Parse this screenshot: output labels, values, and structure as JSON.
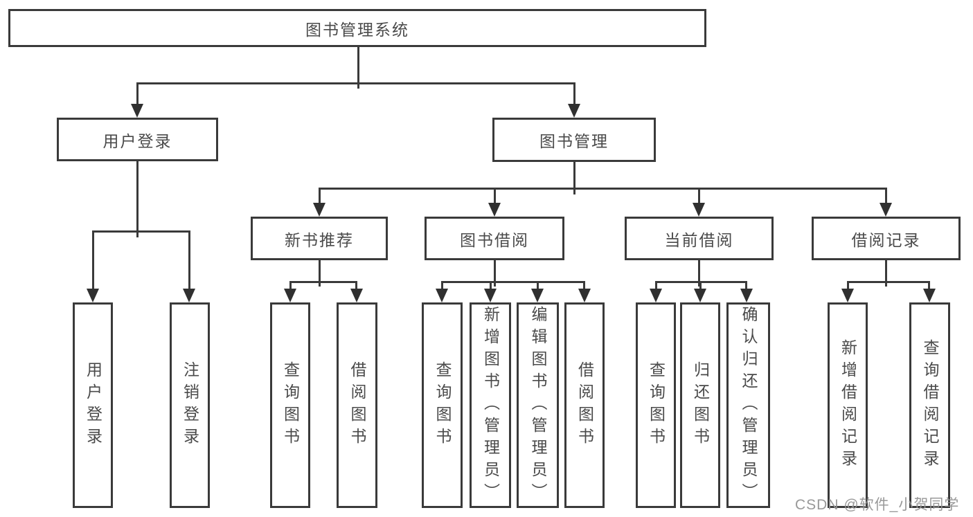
{
  "diagram": {
    "title": "图书管理系统",
    "root": {
      "label": "图书管理系统"
    },
    "branches": [
      {
        "label": "用户登录",
        "children": [
          "用户登录",
          "注销登录"
        ]
      },
      {
        "label": "图书管理",
        "children": [
          {
            "label": "新书推荐",
            "children": [
              "查询图书",
              "借阅图书"
            ]
          },
          {
            "label": "图书借阅",
            "children": [
              "查询图书",
              "新增图书（管理员）",
              "编辑图书（管理员）",
              "借阅图书"
            ]
          },
          {
            "label": "当前借阅",
            "children": [
              "查询图书",
              "归还图书",
              "确认归还（管理员）"
            ]
          },
          {
            "label": "借阅记录",
            "children": [
              "新增借阅记录",
              "查询借阅记录"
            ]
          }
        ]
      }
    ],
    "style": {
      "line_color": "#3a3a3a",
      "box_border_color": "#3a3a3a",
      "text_color": "#4a4a4a",
      "background_color": "#ffffff"
    }
  },
  "watermark": {
    "text": "CSDN @软件_小贺同学",
    "color": "#949494"
  }
}
